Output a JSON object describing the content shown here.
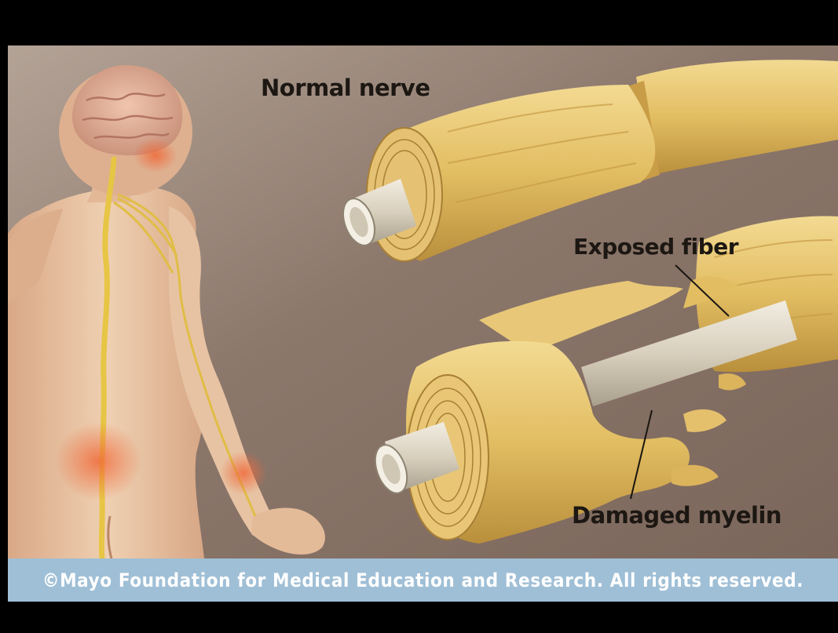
{
  "labels": {
    "normal_nerve": "Normal nerve",
    "exposed_fiber": "Exposed fiber",
    "damaged_myelin": "Damaged myelin"
  },
  "copyright": "©Mayo Foundation for Medical Education and Research.  All rights reserved.",
  "colors": {
    "background": "#8f7a6e",
    "myelin": "#e3c06a",
    "fiber": "#d9d2c2",
    "skin": "#e9c7a6",
    "nerve_path": "#e5c24b",
    "caption_bar": "#9fbfd6",
    "letterbox": "#000000"
  }
}
